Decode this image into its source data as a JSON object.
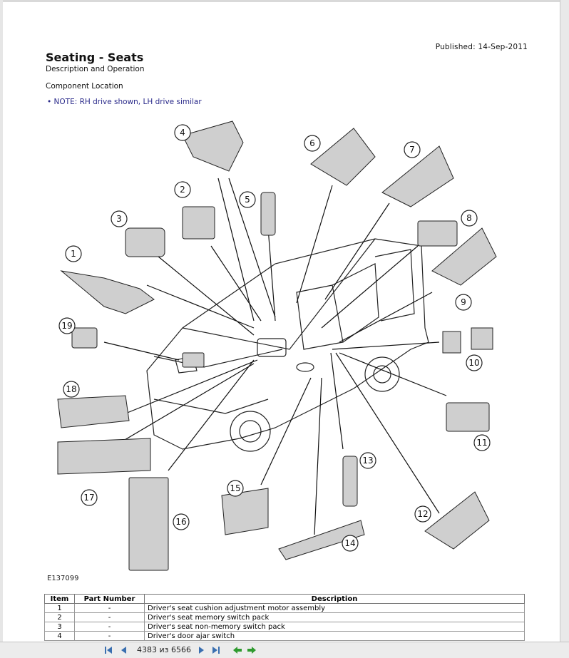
{
  "header": {
    "published": "Published: 14-Sep-2011"
  },
  "document": {
    "title": "Seating - Seats",
    "subtitle": "Description and Operation",
    "section": "Component Location",
    "note": "• NOTE: RH drive shown, LH drive similar"
  },
  "diagram": {
    "code": "E137099",
    "callouts": [
      "1",
      "2",
      "3",
      "4",
      "5",
      "6",
      "7",
      "8",
      "9",
      "10",
      "11",
      "12",
      "13",
      "14",
      "15",
      "16",
      "17",
      "18",
      "19"
    ]
  },
  "table": {
    "headers": [
      "Item",
      "Part Number",
      "Description"
    ],
    "rows": [
      {
        "item": "1",
        "part": "-",
        "desc": "Driver's seat cushion adjustment motor assembly"
      },
      {
        "item": "2",
        "part": "-",
        "desc": "Driver's seat memory switch pack"
      },
      {
        "item": "3",
        "part": "-",
        "desc": "Driver's seat non-memory switch pack"
      },
      {
        "item": "4",
        "part": "-",
        "desc": "Driver's door ajar switch"
      }
    ]
  },
  "viewer": {
    "page_indicator": "4383 из 6566"
  },
  "colors": {
    "note": "#2a2a8a",
    "accent_green": "#2f9a2f"
  }
}
